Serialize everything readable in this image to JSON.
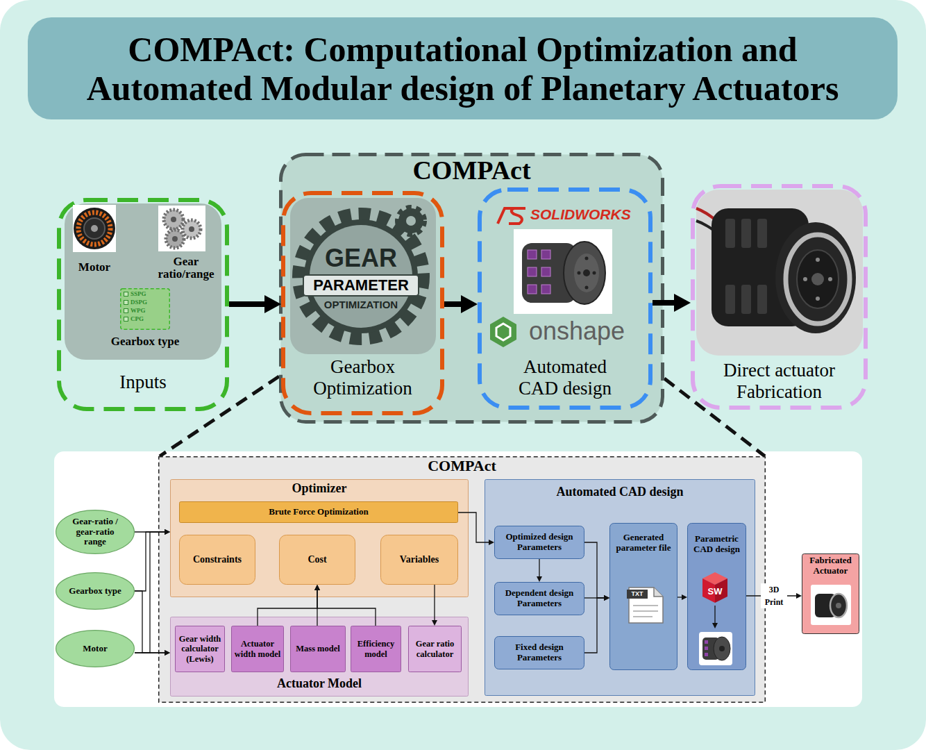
{
  "diagram": {
    "title": "COMPAct: Computational Optimization and Automated Modular design of Planetary Actuators",
    "nodes": [
      {
        "text": [
          "Inputs"
        ]
      },
      {
        "text": [
          "SSPG",
          "DSPG",
          "WPG",
          "CPG",
          "Gearbox type"
        ],
        "in": 0
      },
      {
        "text": [
          "COMPAct"
        ]
      },
      {
        "text": [
          "Gearbox Optimization"
        ],
        "in": 2
      },
      {
        "text": [
          "Automated CAD design"
        ],
        "in": 2
      },
      {
        "text": [
          "Direct actuator Fabrication"
        ]
      },
      {
        "text": [
          "Gear-ratio / gear-ratio range"
        ]
      },
      {
        "text": [
          "Gearbox type"
        ]
      },
      {
        "text": [
          "Motor"
        ]
      },
      {
        "text": [
          "COMPAct"
        ]
      },
      {
        "text": [
          "Optimizer"
        ],
        "in": 9
      },
      {
        "text": [
          "Brute Force Optimization"
        ],
        "in": 10
      },
      {
        "text": [
          "Constraints"
        ],
        "in": 10
      },
      {
        "text": [
          "Cost"
        ],
        "in": 10
      },
      {
        "text": [
          "Variables"
        ],
        "in": 10
      },
      {
        "text": [
          "Actuator Model"
        ],
        "in": 9
      },
      {
        "text": [
          "Gear width calculator (Lewis)"
        ],
        "in": 15
      },
      {
        "text": [
          "Actuator width model"
        ],
        "in": 15
      },
      {
        "text": [
          "Mass model"
        ],
        "in": 15
      },
      {
        "text": [
          "Efficiency model"
        ],
        "in": 15
      },
      {
        "text": [
          "Gear ratio calculator"
        ],
        "in": 15
      },
      {
        "text": [
          "Automated CAD design"
        ],
        "in": 9
      },
      {
        "text": [
          "Optimized design Parameters"
        ],
        "in": 21
      },
      {
        "text": [
          "Dependent design Parameters"
        ],
        "in": 21
      },
      {
        "text": [
          "Fixed design Parameters"
        ],
        "in": 21
      },
      {
        "text": [
          "Generated parameter file"
        ],
        "in": 21
      },
      {
        "text": [
          "Parametric CAD design"
        ],
        "in": 21
      },
      {
        "text": [
          "Fabricated Actuator"
        ]
      }
    ],
    "edges": [
      {
        "from": 0,
        "to": 3,
        "arrow": "to"
      },
      {
        "from": 3,
        "to": 4,
        "arrow": "to"
      },
      {
        "from": 4,
        "to": 5,
        "arrow": "to"
      },
      {
        "from": 6,
        "to": 10,
        "arrow": "to"
      },
      {
        "from": 7,
        "to": 10,
        "arrow": "to"
      },
      {
        "from": 8,
        "to": 10,
        "arrow": "to"
      },
      {
        "from": 7,
        "to": 15,
        "arrow": "to"
      },
      {
        "from": 8,
        "to": 15,
        "arrow": "to"
      },
      {
        "from": 11,
        "to": 22,
        "arrow": "to"
      },
      {
        "from": 17,
        "to": 13,
        "arrow": "to"
      },
      {
        "from": 18,
        "to": 13,
        "arrow": "to"
      },
      {
        "from": 19,
        "to": 13,
        "arrow": "to"
      },
      {
        "from": 14,
        "to": 20,
        "arrow": "to"
      },
      {
        "from": 22,
        "to": 23,
        "arrow": "to"
      },
      {
        "from": 22,
        "to": 25,
        "arrow": "to"
      },
      {
        "from": 23,
        "to": 25,
        "arrow": "to"
      },
      {
        "from": 24,
        "to": 25,
        "arrow": "to"
      },
      {
        "from": 25,
        "to": 26,
        "arrow": "to"
      },
      {
        "from": 26,
        "to": 27,
        "label": "3D Print",
        "arrow": "to"
      }
    ],
    "labels": [
      "Motor",
      "Gear ratio/range",
      "GEAR",
      "PARAMETER",
      "OPTIMIZATION",
      "SOLIDWORKS",
      "onshape",
      "TXT",
      "SW"
    ]
  }
}
